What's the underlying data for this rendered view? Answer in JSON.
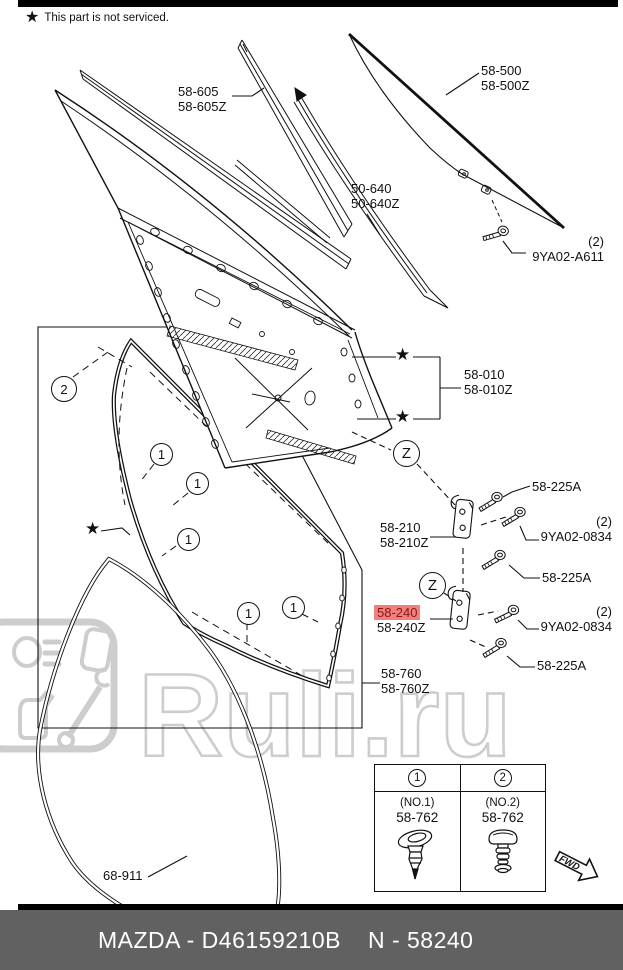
{
  "note": {
    "star_symbol": "★",
    "text": "This part is not serviced."
  },
  "watermark": {
    "text": "Ruli.ru"
  },
  "parts": {
    "p58_605": {
      "line1": "58-605",
      "line2": "58-605Z"
    },
    "p58_500": {
      "line1": "58-500",
      "line2": "58-500Z"
    },
    "p50_640": {
      "line1": "50-640",
      "line2": "50-640Z"
    },
    "p9ya02_a611": {
      "qty": "(2)",
      "code": "9YA02-A611"
    },
    "p58_010": {
      "line1": "58-010",
      "line2": "58-010Z"
    },
    "p58_210": {
      "line1": "58-210",
      "line2": "58-210Z"
    },
    "p58_225a": {
      "code": "58-225A"
    },
    "p9ya02_0834": {
      "qty": "(2)",
      "code": "9YA02-0834"
    },
    "p58_240": {
      "highlighted": "58-240",
      "line2": "58-240Z"
    },
    "p58_760": {
      "line1": "58-760",
      "line2": "58-760Z"
    },
    "p68_911": {
      "code": "68-911"
    }
  },
  "callouts": {
    "z": "Z",
    "one": "1",
    "two": "2",
    "star": "★"
  },
  "legend_table": {
    "columns": [
      {
        "num": "1",
        "position": "(NO.1)",
        "part": "58-762"
      },
      {
        "num": "2",
        "position": "(NO.2)",
        "part": "58-762"
      }
    ]
  },
  "fwd_label": "FWD",
  "footer": {
    "left": "MAZDA - D46159210B",
    "right": "N - 58240"
  },
  "colors": {
    "highlight_bg": "#f08080",
    "highlight_text": "#8b1515",
    "footer_bg": "#616161",
    "watermark_color": "#cdcdcd"
  }
}
